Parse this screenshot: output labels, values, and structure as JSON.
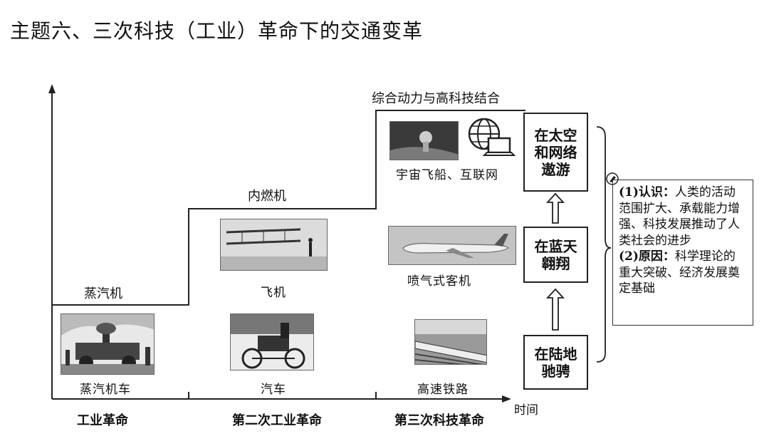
{
  "title": "主题六、三次科技（工业）革命下的交通变革",
  "stages": {
    "steam": "蒸汽机",
    "combustion": "内燃机",
    "integrated": "综合动力与高科技结合"
  },
  "captions": {
    "locomotive": "蒸汽机车",
    "airplane": "飞机",
    "car": "汽车",
    "spacecraft_internet": "宇宙飞船、互联网",
    "jet": "喷气式客机",
    "railway": "高速铁路"
  },
  "eras": {
    "first": "工业革命",
    "second": "第二次工业革命",
    "third": "第三次科技革命"
  },
  "x_axis_label": "时间",
  "boxes": {
    "space": "在太空和网络遨游",
    "sky": "在蓝天翱翔",
    "land": "在陆地驰骋"
  },
  "note": {
    "p1_label": "(1)认识：",
    "p1_text": "人类的活动范围扩大、承载能力增强、科技发展推动了人类社会的进步",
    "p2_label": "(2)原因：",
    "p2_text": "科学理论的重大突破、经济发展奠定基础"
  }
}
